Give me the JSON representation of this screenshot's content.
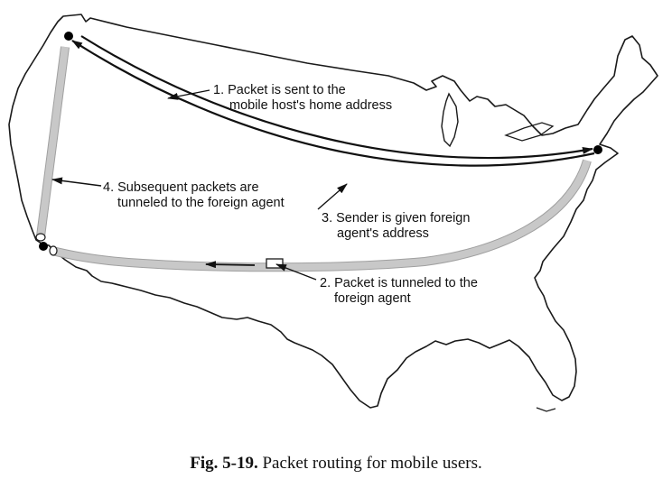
{
  "colors": {
    "outline": "#1a1a1a",
    "tunnel_fill": "#c8c8c8",
    "tunnel_edge": "#a0a0a0",
    "arrow": "#111111",
    "node": "#000000"
  },
  "labels": {
    "step1": [
      "1. Packet is sent to the",
      "mobile host's home address"
    ],
    "step2": [
      "2. Packet is tunneled to the",
      "foreign agent"
    ],
    "step3": [
      "3. Sender is given foreign",
      "agent's address"
    ],
    "step4": [
      "4. Subsequent packets are",
      "tunneled to the foreign agent"
    ]
  },
  "caption": {
    "figure": "Fig.  5-19.",
    "text": " Packet routing for mobile users."
  }
}
